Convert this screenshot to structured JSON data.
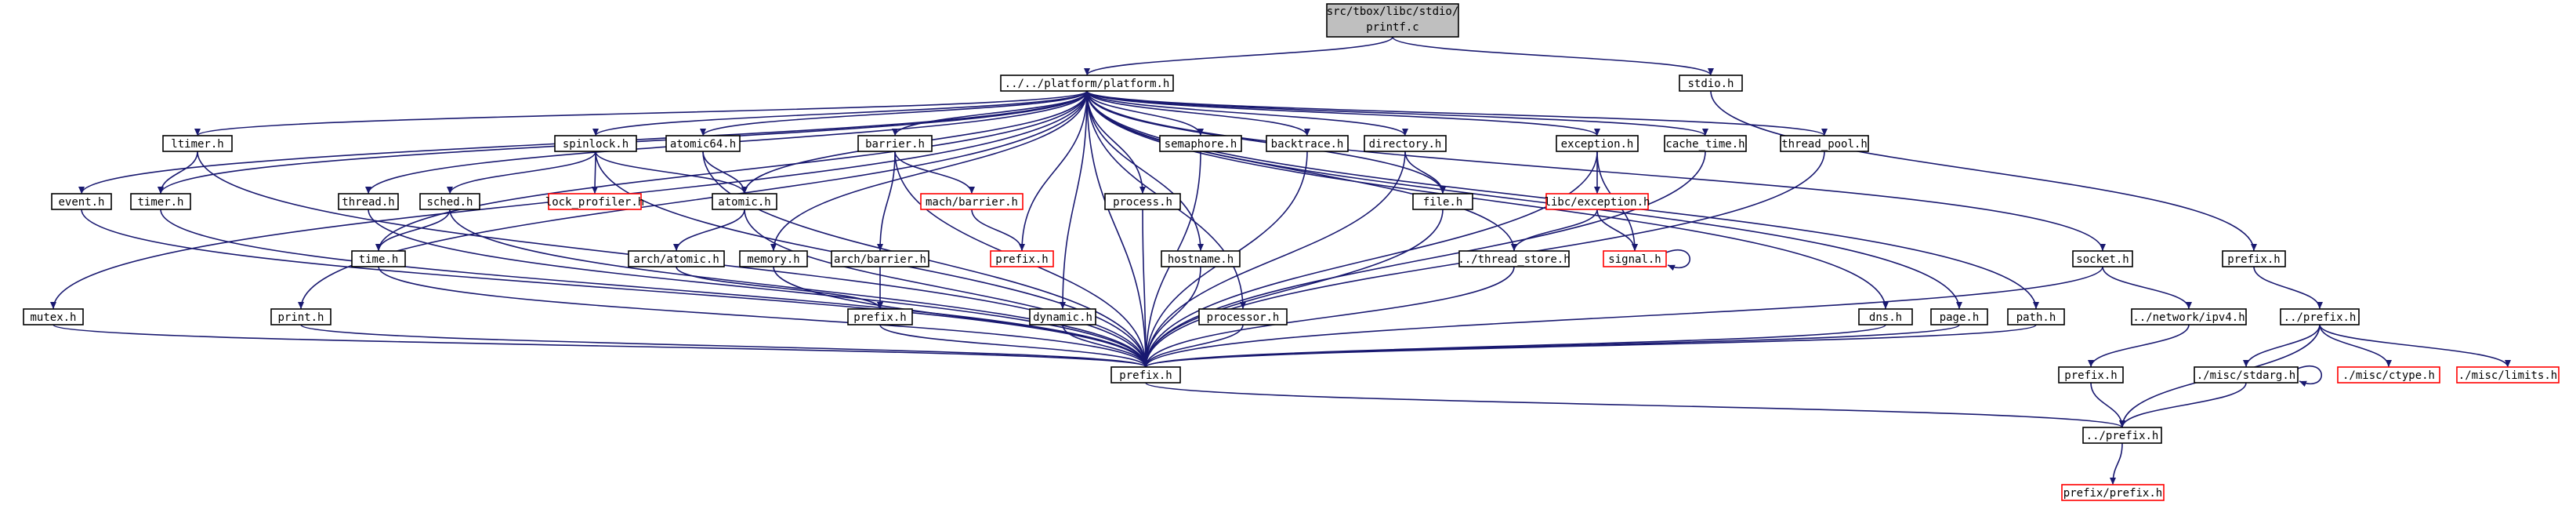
{
  "graph": {
    "edge_color": "#191970",
    "missing_color": "#ff0000",
    "root_fill": "#bfbfbf",
    "nodes": [
      {
        "id": "root",
        "label": "src/tbox/libc/stdio/printf.c",
        "root": true
      },
      {
        "id": "platform",
        "label": "../../platform/platform.h"
      },
      {
        "id": "stdio",
        "label": "stdio.h"
      },
      {
        "id": "mutex",
        "label": "mutex.h"
      },
      {
        "id": "event",
        "label": "event.h"
      },
      {
        "id": "timer",
        "label": "timer.h"
      },
      {
        "id": "ltimer",
        "label": "ltimer.h"
      },
      {
        "id": "print",
        "label": "print.h"
      },
      {
        "id": "thread",
        "label": "thread.h"
      },
      {
        "id": "time",
        "label": "time.h"
      },
      {
        "id": "sched",
        "label": "sched.h"
      },
      {
        "id": "spinlock",
        "label": "spinlock.h"
      },
      {
        "id": "lock_profiler",
        "label": "lock_profiler.h",
        "missing": true
      },
      {
        "id": "atomic64",
        "label": "atomic64.h"
      },
      {
        "id": "atomic",
        "label": "atomic.h"
      },
      {
        "id": "arch_atomic",
        "label": "arch/atomic.h"
      },
      {
        "id": "memory",
        "label": "memory.h"
      },
      {
        "id": "barrier",
        "label": "barrier.h"
      },
      {
        "id": "arch_barrier",
        "label": "arch/barrier.h"
      },
      {
        "id": "mach_barrier",
        "label": "mach/barrier.h",
        "missing": true
      },
      {
        "id": "prefix_red",
        "label": "prefix.h",
        "missing": true
      },
      {
        "id": "prefix_arch",
        "label": "prefix.h"
      },
      {
        "id": "dynamic",
        "label": "dynamic.h"
      },
      {
        "id": "process",
        "label": "process.h"
      },
      {
        "id": "semaphore",
        "label": "semaphore.h"
      },
      {
        "id": "hostname",
        "label": "hostname.h"
      },
      {
        "id": "processor",
        "label": "processor.h"
      },
      {
        "id": "backtrace",
        "label": "backtrace.h"
      },
      {
        "id": "directory",
        "label": "directory.h"
      },
      {
        "id": "file",
        "label": "file.h"
      },
      {
        "id": "exception",
        "label": "exception.h"
      },
      {
        "id": "libc_exception",
        "label": "libc/exception.h",
        "missing": true
      },
      {
        "id": "thread_store",
        "label": "../thread_store.h"
      },
      {
        "id": "signal",
        "label": "signal.h",
        "missing": true
      },
      {
        "id": "cache_time",
        "label": "cache_time.h"
      },
      {
        "id": "thread_pool",
        "label": "thread_pool.h"
      },
      {
        "id": "dns",
        "label": "dns.h"
      },
      {
        "id": "page",
        "label": "page.h"
      },
      {
        "id": "path",
        "label": "path.h"
      },
      {
        "id": "socket",
        "label": "socket.h"
      },
      {
        "id": "ipv4",
        "label": "../network/ipv4.h"
      },
      {
        "id": "prefix_net",
        "label": "prefix.h"
      },
      {
        "id": "prefix_main",
        "label": "prefix.h"
      },
      {
        "id": "prefix_stdio",
        "label": "prefix.h"
      },
      {
        "id": "up_prefix_a",
        "label": "../prefix.h"
      },
      {
        "id": "up_prefix_b",
        "label": "../prefix.h"
      },
      {
        "id": "stdarg",
        "label": "./misc/stdarg.h"
      },
      {
        "id": "ctype",
        "label": "./misc/ctype.h",
        "missing": true
      },
      {
        "id": "limits",
        "label": "./misc/limits.h",
        "missing": true
      },
      {
        "id": "prefix_prefix",
        "label": "prefix/prefix.h",
        "missing": true
      }
    ]
  }
}
